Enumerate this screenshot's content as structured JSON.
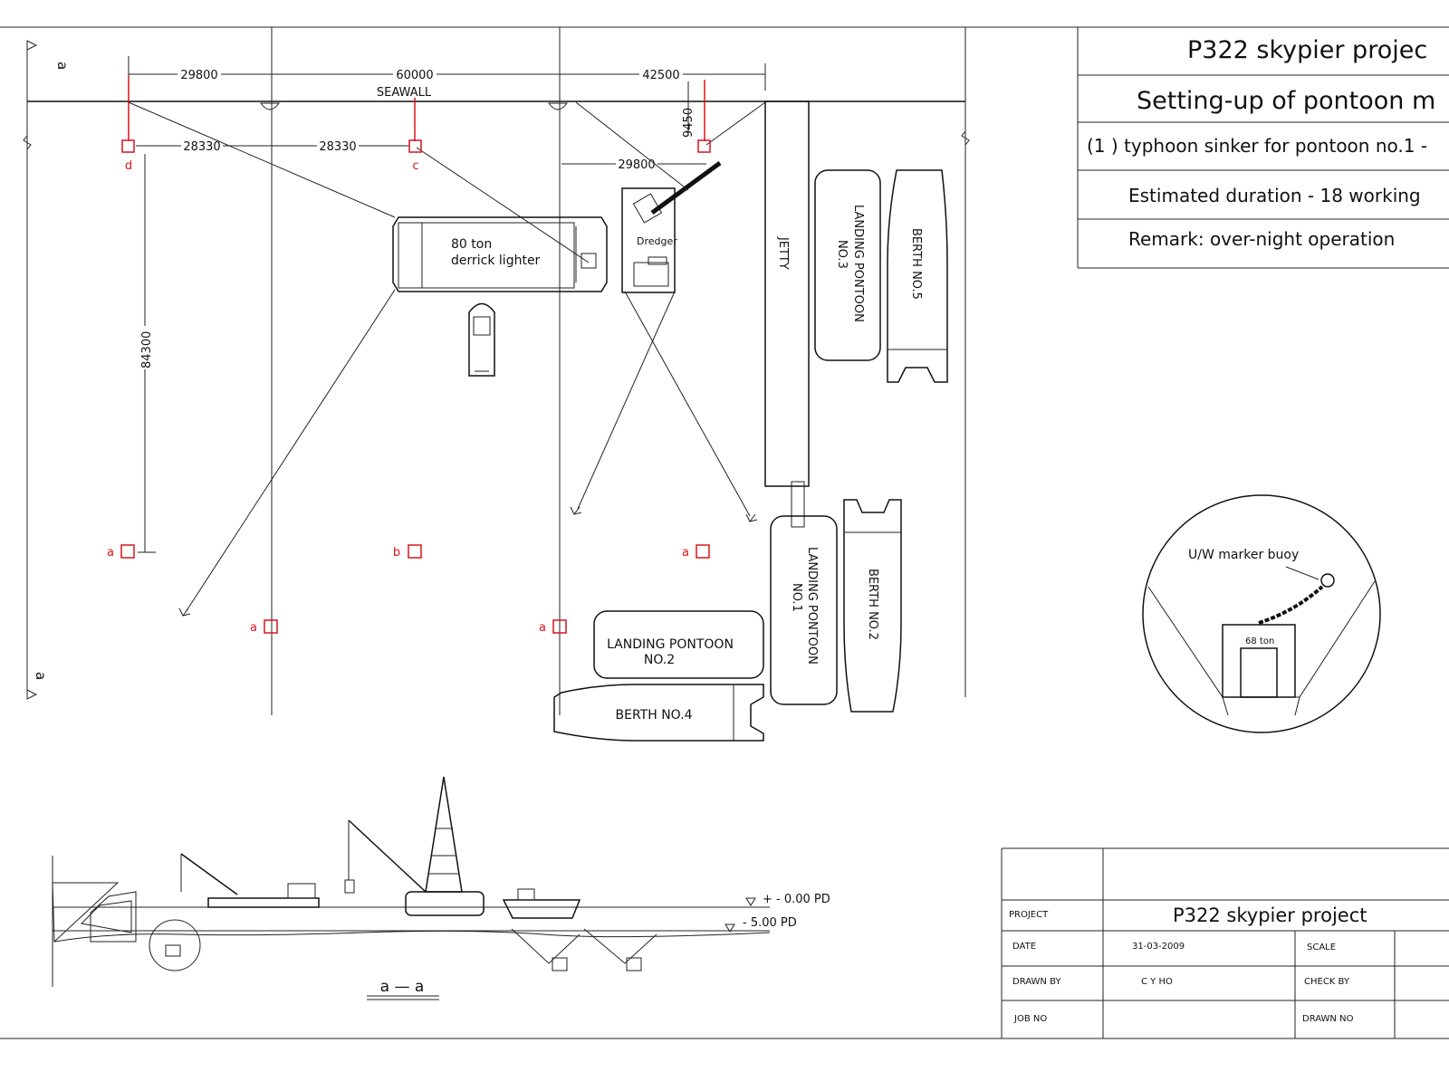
{
  "title_block_top": {
    "line1": "P322 skypier projec",
    "line2": "Setting-up of pontoon m",
    "line3": "(1 ) typhoon sinker for pontoon no.1 -",
    "line4": "Estimated duration - 18 working",
    "line5": "Remark:  over-night  operation"
  },
  "dimensions": {
    "top": [
      "29800",
      "60000",
      "42500"
    ],
    "second": [
      "28330",
      "28330"
    ],
    "right": "29800",
    "vertical_small": "9450",
    "vertical_big": "84300"
  },
  "labels": {
    "seawall": "SEAWALL",
    "jetty": "JETTY",
    "section_mark": "a",
    "section_title": "a — a",
    "derrick": [
      "80 ton",
      "derrick lighter"
    ],
    "dredger": "Dredger",
    "landing_pontoon_3": [
      "LANDING PONTOON",
      "NO.3"
    ],
    "berth_5": "BERTH NO.5",
    "landing_pontoon_1": [
      "LANDING PONTOON",
      "NO.1"
    ],
    "berth_2": "BERTH NO.2",
    "landing_pontoon_2": [
      "LANDING PONTOON",
      "NO.2"
    ],
    "berth_4": "BERTH NO.4",
    "pd_0": "+ - 0.00 PD",
    "pd_5": "- 5.00 PD",
    "detail_buoy": "U/W marker buoy",
    "detail_weight": "68 ton"
  },
  "sinker_letters": {
    "d": "d",
    "c": "c",
    "a1": "a",
    "b": "b",
    "a2": "a",
    "a3": "a",
    "a4": "a"
  },
  "accent_colors": {
    "red": "#d9141b",
    "line": "#222222"
  },
  "title_block_bottom": {
    "project_label": "PROJECT",
    "project_value": "P322 skypier project",
    "date_label": "DATE",
    "date_value": "31-03-2009",
    "scale_label": "SCALE",
    "drawn_by_label": "DRAWN BY",
    "drawn_by_value": "C Y HO",
    "check_by_label": "CHECK BY",
    "job_no_label": "JOB NO",
    "drawn_no_label": "DRAWN NO"
  }
}
